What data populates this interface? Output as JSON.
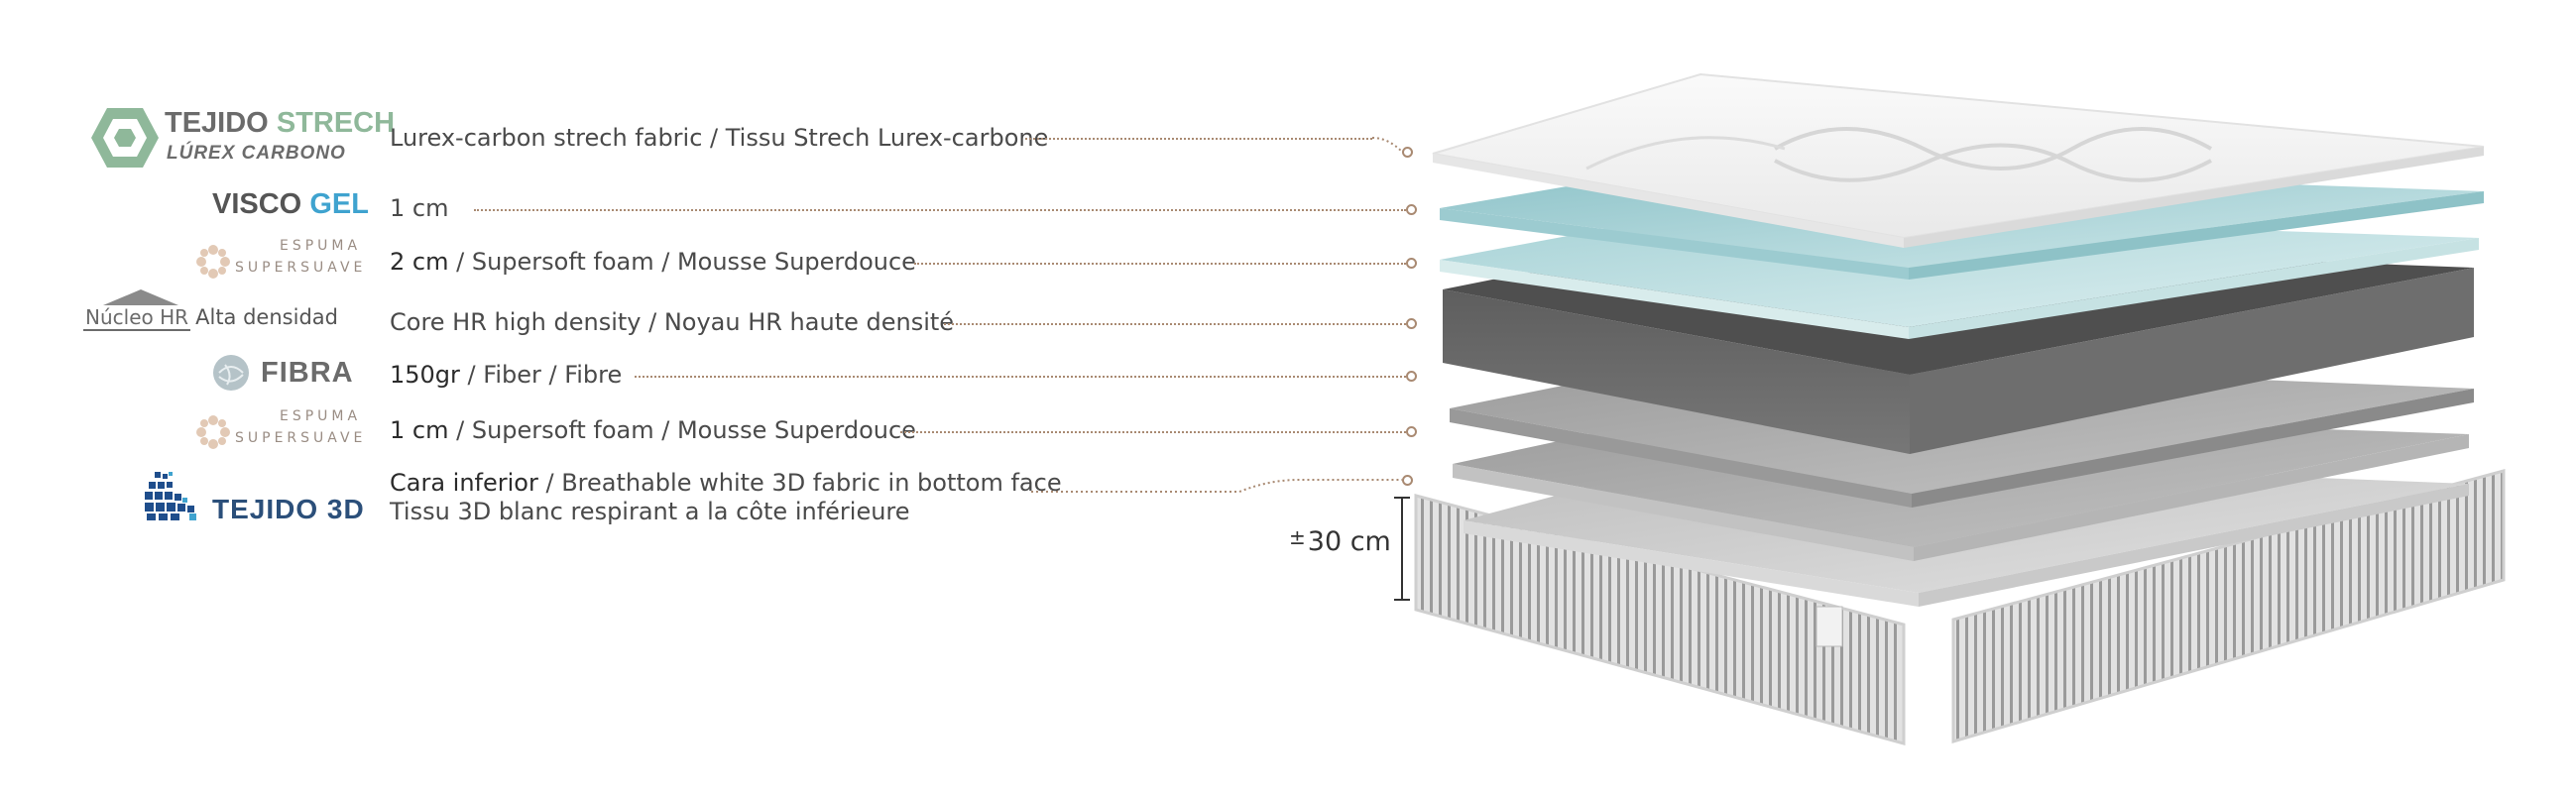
{
  "layers": [
    {
      "logo": {
        "main1": "TEJIDO ",
        "main2": "STRECH",
        "sub": "LÚREX CARBONO",
        "icon": "hexagon-icon"
      },
      "prefix": "",
      "text": "Lurex-carbon strech fabric / Tissu Strech Lurex-carbone"
    },
    {
      "logo": {
        "main1": "VISCO ",
        "main2": "GEL"
      },
      "prefix": "",
      "text": "1 cm"
    },
    {
      "logo": {
        "line1": "ESPUMA",
        "line2": "SUPERSUAVE",
        "icon": "flower-icon"
      },
      "prefix": "2 cm",
      "text": " / Supersoft foam / Mousse Superdouce"
    },
    {
      "logo": {
        "boxed": "Núcleo HR",
        "rest": "Alta densidad",
        "icon": "roof-icon"
      },
      "prefix": "",
      "text": "Core HR high density / Noyau HR haute densité"
    },
    {
      "logo": {
        "main": "FIBRA",
        "icon": "fiber-ball-icon"
      },
      "prefix": "150gr",
      "text": " / Fiber / Fibre"
    },
    {
      "logo": {
        "line1": "ESPUMA",
        "line2": "SUPERSUAVE",
        "icon": "flower-icon"
      },
      "prefix": "1 cm",
      "text": " / Supersoft foam / Mousse Superdouce"
    },
    {
      "logo": {
        "main": "TEJIDO 3D",
        "icon": "3d-mesh-icon"
      },
      "prefix": "Cara inferior",
      "text": " / Breathable white 3D fabric in bottom face",
      "text2": "Tissu 3D blanc respirant a la côte inférieure"
    }
  ],
  "height": {
    "pm": "±",
    "value": "30 cm"
  },
  "colors": {
    "accent_green": "#8fb89a",
    "gel_blue": "#3fa3cf",
    "leader": "#a98a72",
    "gel_layer": "#b6dde0",
    "core_layer": "#6b6b6b"
  }
}
